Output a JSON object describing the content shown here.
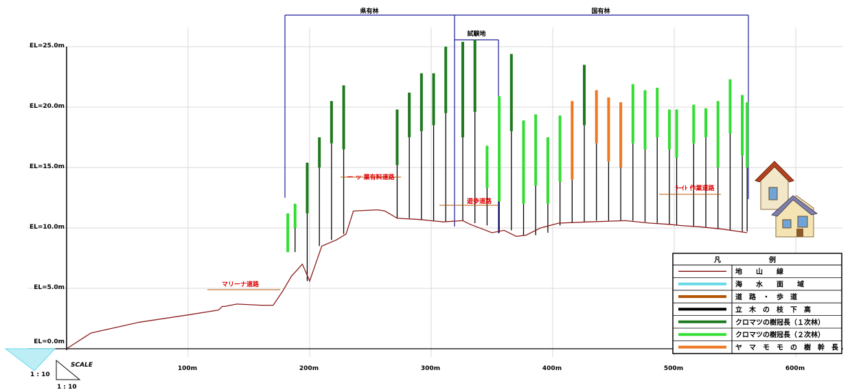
{
  "elevation_labels": [
    "EL=25.0m",
    "EL=20.0m",
    "EL=15.0m",
    "EL=10.0m",
    "EL=5.0m",
    "EL=0.0m"
  ],
  "distance_labels": [
    "100m",
    "200m",
    "300m",
    "400m",
    "500m",
    "600m"
  ],
  "regions": {
    "prefectural": "県有林",
    "national": "国有林",
    "test_site": "試験地"
  },
  "roads": {
    "marina": "マリーナ道路",
    "toll": "ー ッ 業有料道路",
    "walk": "遊歩道路",
    "sideroad": "ﾗｰｲﾄ 作業道路"
  },
  "colors": {
    "terrain": "#8b1a1a",
    "sea": "#66d9e8",
    "road": "#b35400",
    "trunk": "#000000",
    "pine_1st": "#1f7a1f",
    "pine_2nd": "#33dd33",
    "yamamomo": "#ee7722",
    "grid": "#d8d8d8"
  },
  "legend": {
    "header": [
      "凡",
      "例"
    ],
    "items": [
      {
        "swatch": "terrain",
        "text": "地　　山　　線"
      },
      {
        "swatch": "sea",
        "text": "海　　水　　面　　域"
      },
      {
        "swatch": "road",
        "text": "道　路　・　歩　道"
      },
      {
        "swatch": "trunk",
        "text": "立　木　の　枝　下　高"
      },
      {
        "swatch": "pine_1st",
        "text": "クロマツの樹冠長（１次林）"
      },
      {
        "swatch": "pine_2nd",
        "text": "クロマツの樹冠長（２次林）"
      },
      {
        "swatch": "yamamomo",
        "text": "ヤ　マ　モ　モ　の　樹　幹　長"
      }
    ]
  },
  "scale": {
    "label": "SCALE",
    "vertical": "1 : 10",
    "horizontal": "1 : 10"
  },
  "trees": [
    {
      "d": 182,
      "base": 8.8,
      "cb": 8.0,
      "top": 11.2,
      "type": "pine_2nd"
    },
    {
      "d": 188,
      "base": 8.0,
      "cb": 10.0,
      "top": 12.0,
      "type": "pine_2nd"
    },
    {
      "d": 198,
      "base": 5.6,
      "cb": 11.2,
      "top": 15.4,
      "type": "pine_1st"
    },
    {
      "d": 208,
      "base": 8.5,
      "cb": 15.0,
      "top": 17.5,
      "type": "pine_1st"
    },
    {
      "d": 218,
      "base": 9.0,
      "cb": 17.0,
      "top": 20.5,
      "type": "pine_1st"
    },
    {
      "d": 228,
      "base": 9.5,
      "cb": 16.5,
      "top": 21.8,
      "type": "pine_1st"
    },
    {
      "d": 272,
      "base": 10.8,
      "cb": 15.2,
      "top": 19.8,
      "type": "pine_1st"
    },
    {
      "d": 282,
      "base": 10.8,
      "cb": 17.5,
      "top": 21.2,
      "type": "pine_1st"
    },
    {
      "d": 292,
      "base": 10.7,
      "cb": 18.0,
      "top": 22.8,
      "type": "pine_1st"
    },
    {
      "d": 302,
      "base": 10.6,
      "cb": 18.5,
      "top": 22.8,
      "type": "pine_1st"
    },
    {
      "d": 312,
      "base": 10.5,
      "cb": 19.5,
      "top": 25.0,
      "type": "pine_1st"
    },
    {
      "d": 326,
      "base": 10.6,
      "cb": 17.5,
      "top": 25.4,
      "type": "pine_1st"
    },
    {
      "d": 336,
      "base": 10.4,
      "cb": 19.6,
      "top": 25.6,
      "type": "pine_1st"
    },
    {
      "d": 346,
      "base": 10.2,
      "cb": 13.3,
      "top": 16.8,
      "type": "pine_2nd"
    },
    {
      "d": 356,
      "base": 9.6,
      "cb": 12.2,
      "top": 20.9,
      "type": "pine_2nd"
    },
    {
      "d": 366,
      "base": 9.8,
      "cb": 18.0,
      "top": 24.4,
      "type": "pine_1st"
    },
    {
      "d": 376,
      "base": 9.4,
      "cb": 12.0,
      "top": 18.9,
      "type": "pine_2nd"
    },
    {
      "d": 386,
      "base": 9.4,
      "cb": 13.5,
      "top": 19.4,
      "type": "pine_2nd"
    },
    {
      "d": 396,
      "base": 9.6,
      "cb": 12.0,
      "top": 17.5,
      "type": "pine_2nd"
    },
    {
      "d": 406,
      "base": 10.2,
      "cb": 13.8,
      "top": 19.3,
      "type": "pine_2nd"
    },
    {
      "d": 416,
      "base": 10.4,
      "cb": 14.0,
      "top": 20.5,
      "type": "yamamomo"
    },
    {
      "d": 426,
      "base": 10.5,
      "cb": 18.5,
      "top": 23.5,
      "type": "pine_1st"
    },
    {
      "d": 436,
      "base": 10.6,
      "cb": 17.0,
      "top": 21.4,
      "type": "yamamomo"
    },
    {
      "d": 446,
      "base": 10.6,
      "cb": 15.5,
      "top": 20.8,
      "type": "yamamomo"
    },
    {
      "d": 456,
      "base": 10.6,
      "cb": 15.0,
      "top": 20.4,
      "type": "yamamomo"
    },
    {
      "d": 466,
      "base": 10.6,
      "cb": 17.0,
      "top": 21.9,
      "type": "pine_2nd"
    },
    {
      "d": 476,
      "base": 10.5,
      "cb": 16.5,
      "top": 21.4,
      "type": "pine_2nd"
    },
    {
      "d": 486,
      "base": 10.4,
      "cb": 17.5,
      "top": 21.6,
      "type": "pine_2nd"
    },
    {
      "d": 496,
      "base": 10.3,
      "cb": 16.5,
      "top": 19.8,
      "type": "pine_2nd"
    },
    {
      "d": 502,
      "base": 10.2,
      "cb": 15.8,
      "top": 19.8,
      "type": "pine_2nd"
    },
    {
      "d": 516,
      "base": 10.1,
      "cb": 17.0,
      "top": 20.2,
      "type": "pine_2nd"
    },
    {
      "d": 526,
      "base": 10.0,
      "cb": 17.5,
      "top": 19.9,
      "type": "pine_2nd"
    },
    {
      "d": 536,
      "base": 9.9,
      "cb": 15.0,
      "top": 20.5,
      "type": "pine_2nd"
    },
    {
      "d": 546,
      "base": 9.8,
      "cb": 17.8,
      "top": 22.3,
      "type": "pine_2nd"
    },
    {
      "d": 556,
      "base": 9.7,
      "cb": 16.0,
      "top": 21.0,
      "type": "pine_2nd"
    },
    {
      "d": 560,
      "base": 9.7,
      "cb": 15.0,
      "top": 20.4,
      "type": "pine_2nd"
    }
  ],
  "terrain": [
    [
      0,
      0.0
    ],
    [
      20,
      1.3
    ],
    [
      60,
      2.2
    ],
    [
      100,
      2.8
    ],
    [
      125,
      3.2
    ],
    [
      128,
      3.5
    ],
    [
      130,
      3.5
    ],
    [
      140,
      3.7
    ],
    [
      160,
      3.6
    ],
    [
      170,
      3.6
    ],
    [
      178,
      4.8
    ],
    [
      185,
      6.0
    ],
    [
      194,
      7.0
    ],
    [
      200,
      5.6
    ],
    [
      210,
      8.5
    ],
    [
      222,
      9.0
    ],
    [
      230,
      9.5
    ],
    [
      236,
      11.4
    ],
    [
      256,
      11.5
    ],
    [
      262,
      11.4
    ],
    [
      272,
      10.8
    ],
    [
      290,
      10.7
    ],
    [
      310,
      10.5
    ],
    [
      326,
      10.6
    ],
    [
      332,
      10.3
    ],
    [
      350,
      9.6
    ],
    [
      360,
      9.8
    ],
    [
      370,
      9.3
    ],
    [
      378,
      9.4
    ],
    [
      390,
      10.0
    ],
    [
      405,
      10.4
    ],
    [
      430,
      10.5
    ],
    [
      460,
      10.6
    ],
    [
      480,
      10.4
    ],
    [
      495,
      10.3
    ],
    [
      505,
      10.2
    ],
    [
      520,
      10.1
    ],
    [
      540,
      9.9
    ],
    [
      560,
      9.6
    ]
  ]
}
